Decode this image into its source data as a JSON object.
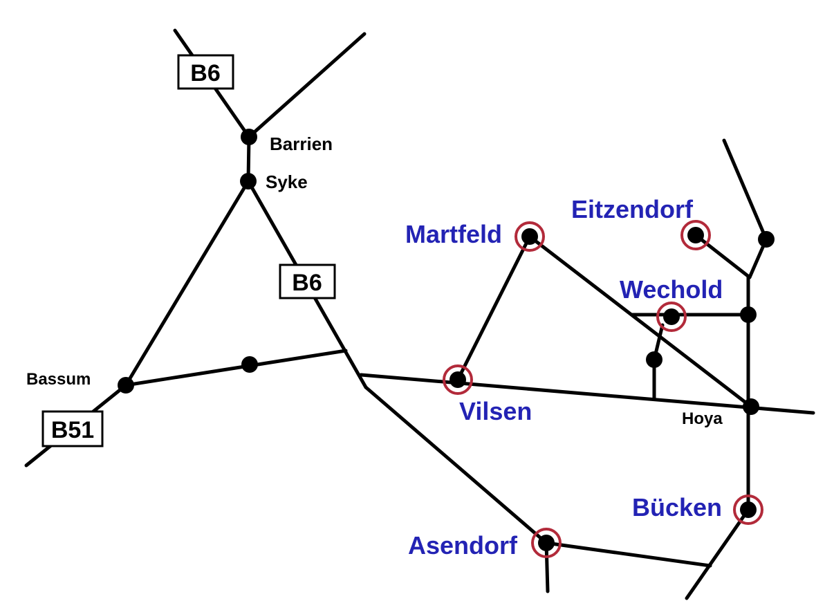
{
  "map": {
    "road_signs": [
      {
        "id": "b6-north",
        "label": "B6"
      },
      {
        "id": "b6-middle",
        "label": "B6"
      },
      {
        "id": "b51",
        "label": "B51"
      }
    ],
    "towns": {
      "barrien": "Barrien",
      "syke": "Syke",
      "bassum": "Bassum",
      "hoya": "Hoya"
    },
    "highlighted_towns": {
      "martfeld": "Martfeld",
      "eitzendorf": "Eitzendorf",
      "wechold": "Wechold",
      "vilsen": "Vilsen",
      "buecken": "Bücken",
      "asendorf": "Asendorf"
    },
    "colors": {
      "road": "#000000",
      "highlight_ring": "#b22a3a",
      "highlight_label": "#2323b4",
      "town_label": "#000000"
    }
  }
}
